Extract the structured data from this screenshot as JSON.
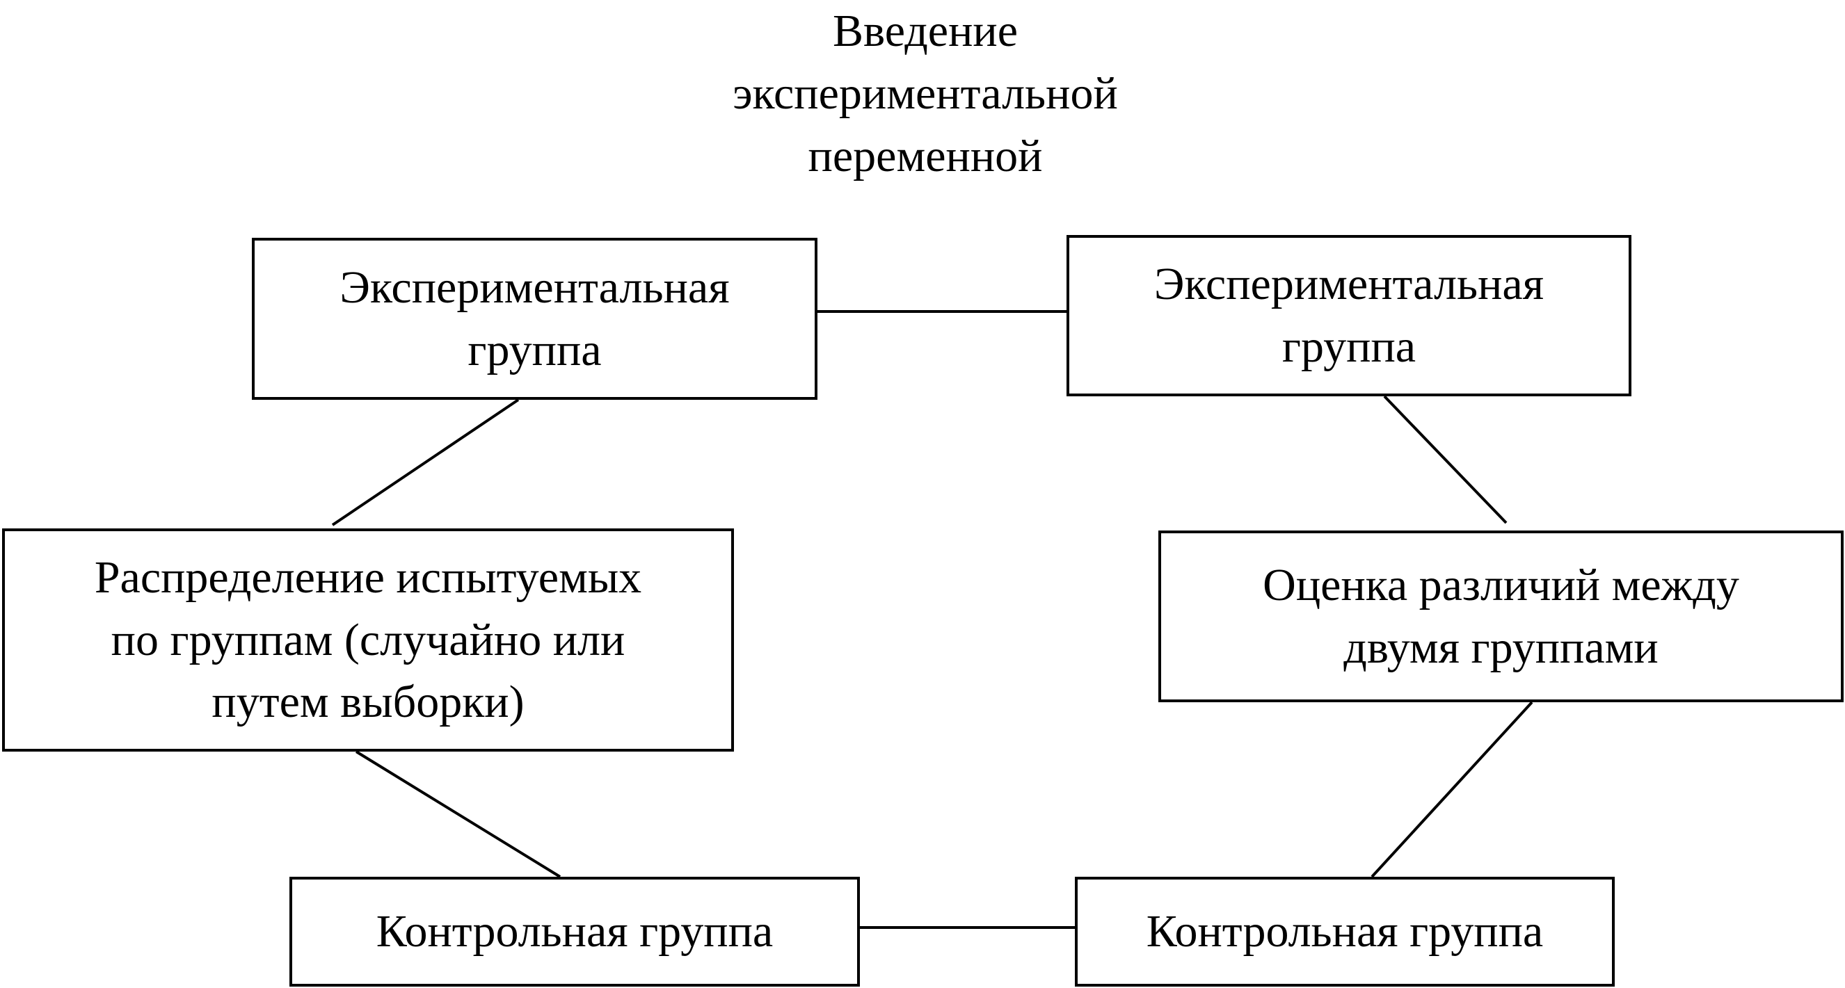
{
  "diagram": {
    "heading": {
      "lines": [
        "Введение",
        "экспериментальной",
        "переменной"
      ]
    },
    "nodes": {
      "experimental_left": {
        "lines": [
          "Экспериментальная",
          "группа"
        ]
      },
      "experimental_right": {
        "lines": [
          "Экспериментальная",
          "группа"
        ]
      },
      "distribution": {
        "lines": [
          "Распределение испытуемых",
          "по группам (случайно или",
          "путем выборки)"
        ]
      },
      "evaluation": {
        "lines": [
          "Оценка различий между",
          "двумя группами"
        ]
      },
      "control_left": {
        "lines": [
          "Контрольная группа"
        ]
      },
      "control_right": {
        "lines": [
          "Контрольная группа"
        ]
      }
    }
  }
}
